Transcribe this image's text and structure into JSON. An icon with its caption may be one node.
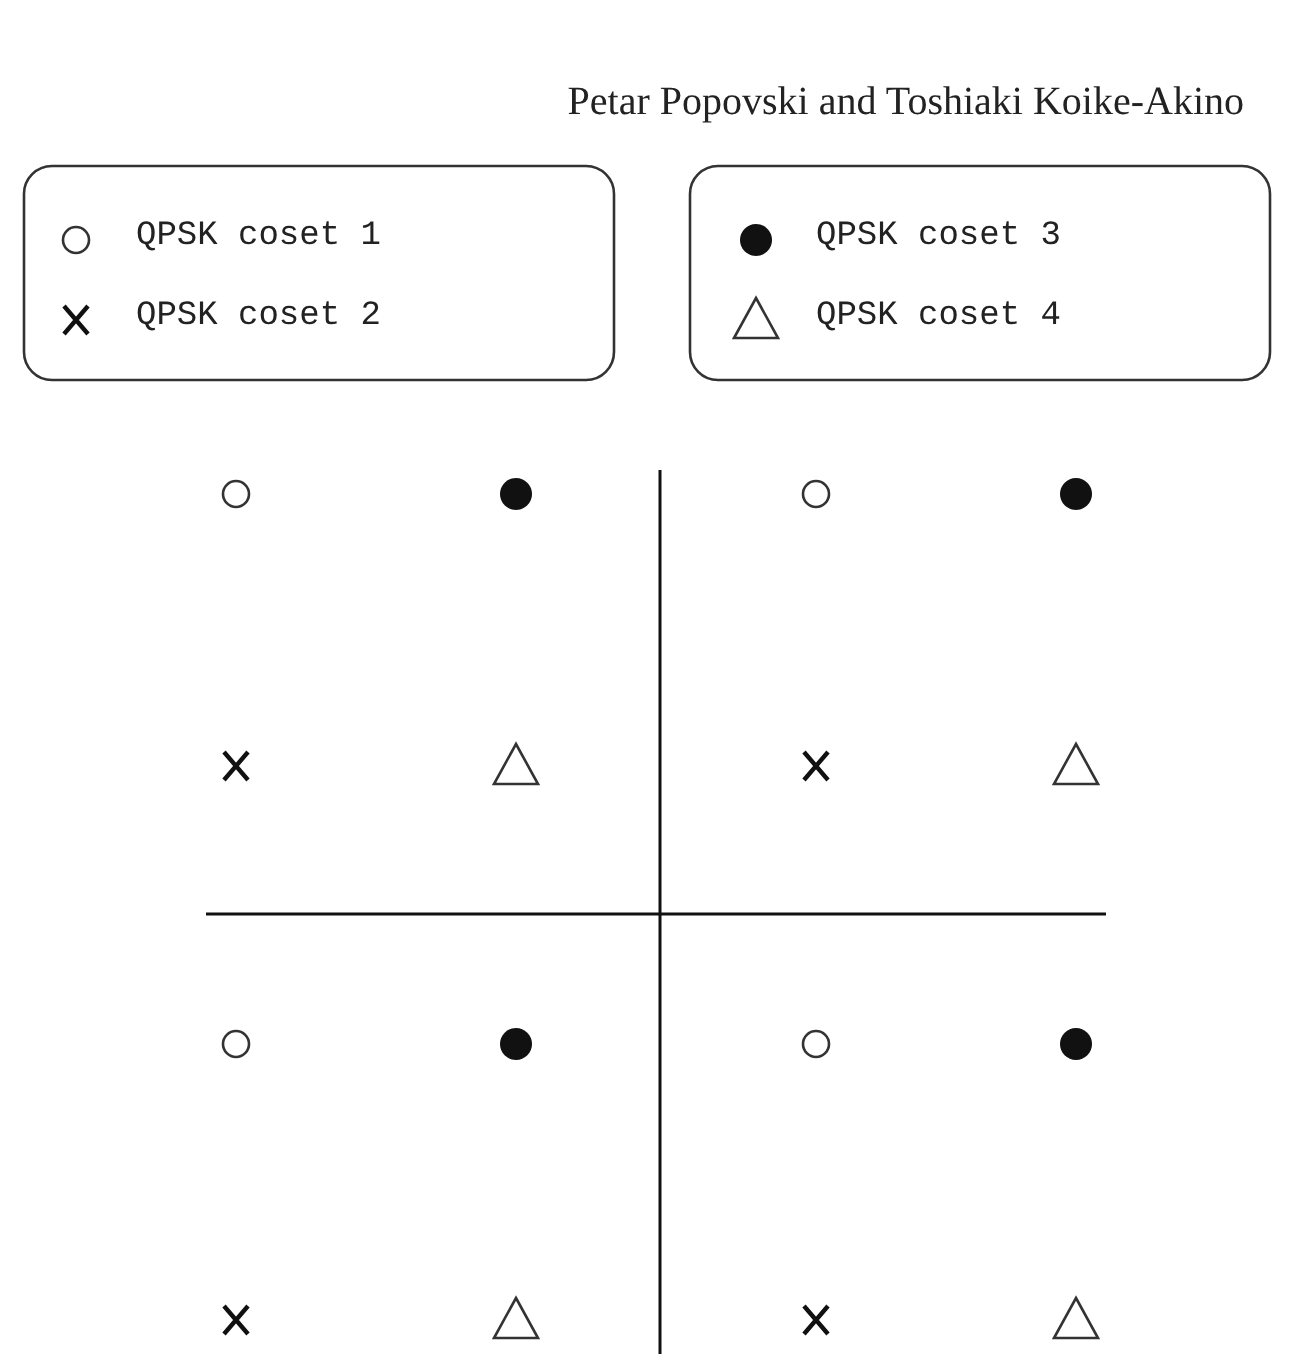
{
  "diagram": {
    "labels": [
      "Petar Popovski and Toshiaki Koike-Akino"
    ],
    "legend": [
      {
        "text": "QPSK coset 1"
      },
      {
        "text": "QPSK coset 2"
      },
      {
        "text": "QPSK coset 3"
      },
      {
        "text": "QPSK coset 4"
      }
    ]
  }
}
